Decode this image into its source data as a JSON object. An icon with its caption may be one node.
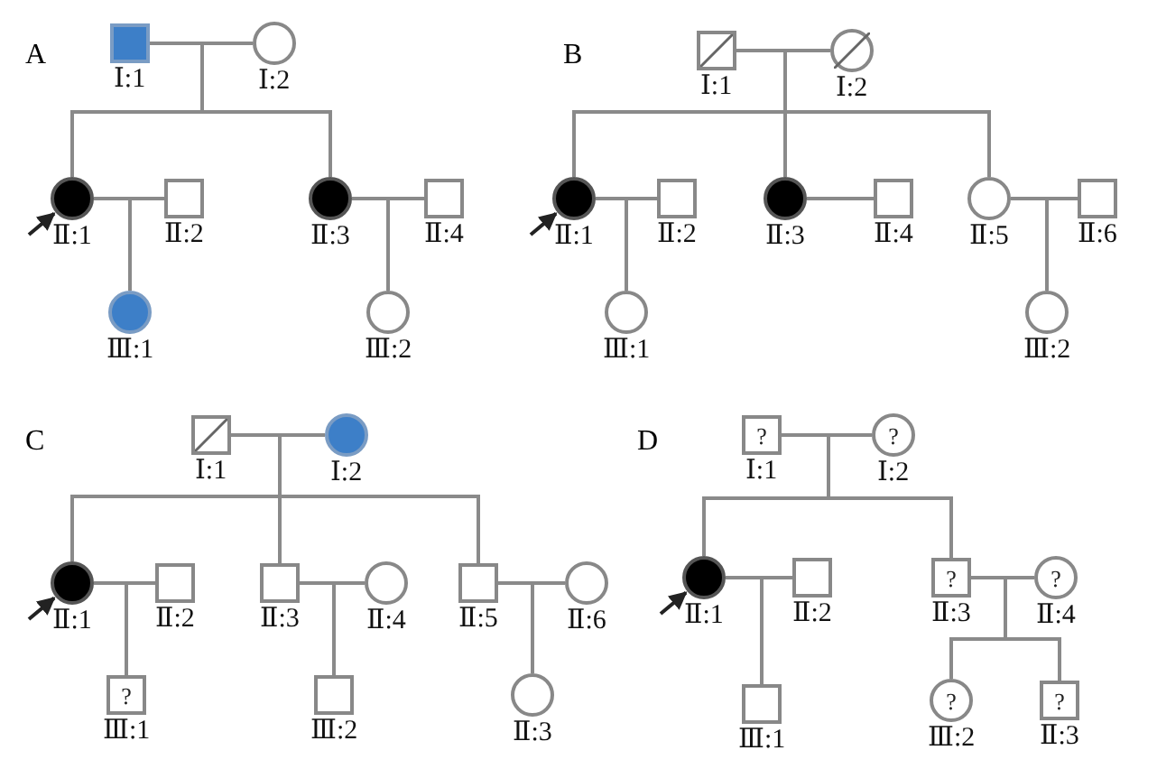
{
  "diagram": {
    "nodes": [
      {
        "text": [],
        "shape": "box",
        "beside": [
          "Ⅰ:1"
        ]
      },
      {
        "text": [],
        "shape": "circle",
        "beside": [
          "Ⅰ:2"
        ]
      },
      {
        "text": [],
        "shape": "circle",
        "beside": [
          "Ⅱ:1"
        ]
      },
      {
        "text": [],
        "shape": "box",
        "beside": [
          "Ⅱ:2"
        ]
      },
      {
        "text": [],
        "shape": "circle",
        "beside": [
          "Ⅱ:3"
        ]
      },
      {
        "text": [],
        "shape": "box",
        "beside": [
          "Ⅱ:4"
        ]
      },
      {
        "text": [],
        "shape": "circle",
        "beside": [
          "Ⅲ:1"
        ]
      },
      {
        "text": [],
        "shape": "circle",
        "beside": [
          "Ⅲ:2"
        ]
      },
      {
        "text": [],
        "shape": "box",
        "beside": [
          "Ⅰ:1"
        ]
      },
      {
        "text": [],
        "shape": "circle",
        "beside": [
          "Ⅰ:2"
        ]
      },
      {
        "text": [],
        "shape": "circle",
        "beside": [
          "Ⅱ:1"
        ]
      },
      {
        "text": [],
        "shape": "box",
        "beside": [
          "Ⅱ:2"
        ]
      },
      {
        "text": [],
        "shape": "circle",
        "beside": [
          "Ⅱ:3"
        ]
      },
      {
        "text": [],
        "shape": "box",
        "beside": [
          "Ⅱ:4"
        ]
      },
      {
        "text": [],
        "shape": "circle",
        "beside": [
          "Ⅱ:5"
        ]
      },
      {
        "text": [],
        "shape": "box",
        "beside": [
          "Ⅱ:6"
        ]
      },
      {
        "text": [],
        "shape": "circle",
        "beside": [
          "Ⅲ:1"
        ]
      },
      {
        "text": [],
        "shape": "circle",
        "beside": [
          "Ⅲ:2"
        ]
      },
      {
        "text": [],
        "shape": "box",
        "beside": [
          "Ⅰ:1"
        ]
      },
      {
        "text": [],
        "shape": "circle",
        "beside": [
          "Ⅰ:2"
        ]
      },
      {
        "text": [],
        "shape": "circle",
        "beside": [
          "Ⅱ:1"
        ]
      },
      {
        "text": [],
        "shape": "box",
        "beside": [
          "Ⅱ:2"
        ]
      },
      {
        "text": [],
        "shape": "box",
        "beside": [
          "Ⅱ:3"
        ]
      },
      {
        "text": [],
        "shape": "circle",
        "beside": [
          "Ⅱ:4"
        ]
      },
      {
        "text": [],
        "shape": "box",
        "beside": [
          "Ⅱ:5"
        ]
      },
      {
        "text": [],
        "shape": "circle",
        "beside": [
          "Ⅱ:6"
        ]
      },
      {
        "text": [
          "?"
        ],
        "beside": [
          "Ⅲ:1"
        ]
      },
      {
        "text": [],
        "shape": "box",
        "beside": [
          "Ⅲ:2"
        ]
      },
      {
        "text": [],
        "shape": "circle",
        "beside": [
          "Ⅱ:3"
        ]
      },
      {
        "text": [
          "?"
        ],
        "beside": [
          "Ⅰ:1"
        ]
      },
      {
        "text": [
          "?"
        ],
        "beside": [
          "Ⅰ:2"
        ]
      },
      {
        "text": [],
        "shape": "circle",
        "beside": [
          "Ⅱ:1"
        ]
      },
      {
        "text": [],
        "shape": "box",
        "beside": [
          "Ⅱ:2"
        ]
      },
      {
        "text": [
          "?"
        ],
        "beside": [
          "Ⅱ:3"
        ]
      },
      {
        "text": [
          "?"
        ],
        "beside": [
          "Ⅱ:4"
        ]
      },
      {
        "text": [],
        "shape": "box",
        "beside": [
          "Ⅲ:1"
        ]
      },
      {
        "text": [
          "?"
        ],
        "beside": [
          "Ⅲ:2"
        ]
      },
      {
        "text": [
          "?"
        ],
        "beside": [
          "Ⅱ:3"
        ]
      }
    ],
    "edges": [
      {
        "from": 0,
        "to": 1,
        "arrow": "none"
      },
      {
        "from": 0,
        "to": 2,
        "arrow": "none"
      },
      {
        "from": 1,
        "to": 2,
        "arrow": "none"
      },
      {
        "from": 0,
        "to": 4,
        "arrow": "none"
      },
      {
        "from": 1,
        "to": 4,
        "arrow": "none"
      },
      {
        "from": 2,
        "to": 3,
        "arrow": "none"
      },
      {
        "from": 2,
        "to": 6,
        "arrow": "none"
      },
      {
        "from": 3,
        "to": 6,
        "arrow": "none"
      },
      {
        "from": 4,
        "to": 5,
        "arrow": "none"
      },
      {
        "from": 4,
        "to": 7,
        "arrow": "none"
      },
      {
        "from": 5,
        "to": 7,
        "arrow": "none"
      },
      {
        "from": null,
        "to": 2,
        "arrow": "to",
        "color": "#222222"
      },
      {
        "from": 8,
        "to": 9,
        "arrow": "none"
      },
      {
        "from": 8,
        "to": 10,
        "arrow": "none"
      },
      {
        "from": 9,
        "to": 10,
        "arrow": "none"
      },
      {
        "from": 8,
        "to": 12,
        "arrow": "none"
      },
      {
        "from": 9,
        "to": 12,
        "arrow": "none"
      },
      {
        "from": 8,
        "to": 14,
        "arrow": "none"
      },
      {
        "from": 9,
        "to": 14,
        "arrow": "none"
      },
      {
        "from": 10,
        "to": 11,
        "arrow": "none"
      },
      {
        "from": 10,
        "to": 16,
        "arrow": "none"
      },
      {
        "from": 11,
        "to": 16,
        "arrow": "none"
      },
      {
        "from": 12,
        "to": 13,
        "arrow": "none"
      },
      {
        "from": 14,
        "to": 15,
        "arrow": "none"
      },
      {
        "from": 14,
        "to": 17,
        "arrow": "none"
      },
      {
        "from": 15,
        "to": 17,
        "arrow": "none"
      },
      {
        "from": null,
        "to": 10,
        "arrow": "to",
        "color": "#222222"
      },
      {
        "from": 18,
        "to": 19,
        "arrow": "none"
      },
      {
        "from": 18,
        "to": 20,
        "arrow": "none"
      },
      {
        "from": 19,
        "to": 20,
        "arrow": "none"
      },
      {
        "from": 18,
        "to": 22,
        "arrow": "none"
      },
      {
        "from": 19,
        "to": 22,
        "arrow": "none"
      },
      {
        "from": 18,
        "to": 24,
        "arrow": "none"
      },
      {
        "from": 19,
        "to": 24,
        "arrow": "none"
      },
      {
        "from": 20,
        "to": 21,
        "arrow": "none"
      },
      {
        "from": 20,
        "to": 26,
        "arrow": "none"
      },
      {
        "from": 21,
        "to": 26,
        "arrow": "none"
      },
      {
        "from": 22,
        "to": 23,
        "arrow": "none"
      },
      {
        "from": 22,
        "to": 27,
        "arrow": "none"
      },
      {
        "from": 23,
        "to": 27,
        "arrow": "none"
      },
      {
        "from": 24,
        "to": 25,
        "arrow": "none"
      },
      {
        "from": 24,
        "to": 28,
        "arrow": "none"
      },
      {
        "from": 25,
        "to": 28,
        "arrow": "none"
      },
      {
        "from": null,
        "to": 20,
        "arrow": "to",
        "color": "#222222"
      },
      {
        "from": 29,
        "to": 30,
        "arrow": "none"
      },
      {
        "from": 29,
        "to": 31,
        "arrow": "none"
      },
      {
        "from": 30,
        "to": 31,
        "arrow": "none"
      },
      {
        "from": 29,
        "to": 33,
        "arrow": "none"
      },
      {
        "from": 30,
        "to": 33,
        "arrow": "none"
      },
      {
        "from": 31,
        "to": 32,
        "arrow": "none"
      },
      {
        "from": 31,
        "to": 35,
        "arrow": "none"
      },
      {
        "from": 32,
        "to": 35,
        "arrow": "none"
      },
      {
        "from": 33,
        "to": 34,
        "arrow": "none"
      },
      {
        "from": 33,
        "to": 36,
        "arrow": "none"
      },
      {
        "from": 34,
        "to": 36,
        "arrow": "none"
      },
      {
        "from": 33,
        "to": 37,
        "arrow": "none"
      },
      {
        "from": 34,
        "to": 37,
        "arrow": "none"
      },
      {
        "from": null,
        "to": 31,
        "arrow": "to",
        "color": "#222222"
      }
    ],
    "labels": [
      "A",
      "B",
      "C",
      "D"
    ]
  }
}
